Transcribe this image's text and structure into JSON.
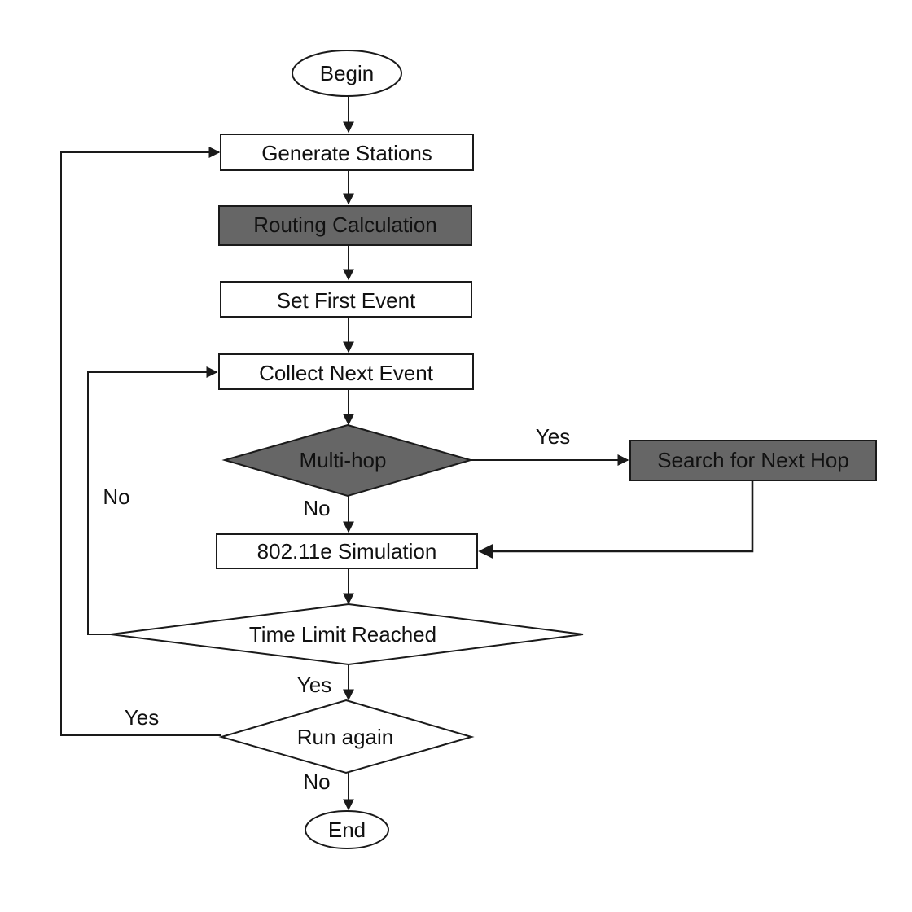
{
  "nodes": {
    "begin": "Begin",
    "generate_stations": "Generate Stations",
    "routing_calculation": "Routing Calculation",
    "set_first_event": "Set First Event",
    "collect_next_event": "Collect Next Event",
    "multi_hop": "Multi-hop",
    "search_next_hop": "Search for Next Hop",
    "simulation": "802.11e Simulation",
    "time_limit": "Time Limit Reached",
    "run_again": "Run again",
    "end": "End"
  },
  "edges": {
    "multi_hop_yes": "Yes",
    "multi_hop_no": "No",
    "time_limit_no": "No",
    "time_limit_yes": "Yes",
    "run_again_yes": "Yes",
    "run_again_no": "No"
  },
  "colors": {
    "process_fill": "#ffffff",
    "highlight_fill": "#666666",
    "stroke": "#1a1a1a"
  }
}
